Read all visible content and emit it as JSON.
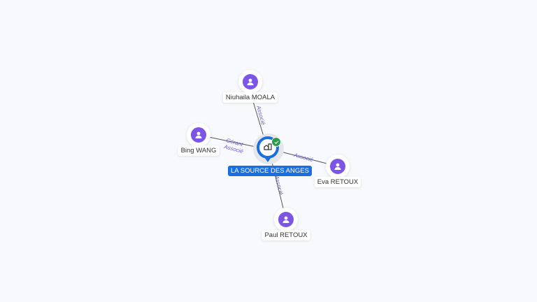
{
  "company": {
    "name": "LA SOURCE DES ANGES",
    "icon": "building-icon",
    "status": "verified",
    "color": "#1a6fe0"
  },
  "people": [
    {
      "name": "Niuhaila MOALA",
      "icon": "person-icon"
    },
    {
      "name": "Bing WANG",
      "icon": "person-icon"
    },
    {
      "name": "Eva RETOUX",
      "icon": "person-icon"
    },
    {
      "name": "Paul RETOUX",
      "icon": "person-icon"
    }
  ],
  "edges": [
    {
      "from": "Niuhaila MOALA",
      "labels": [
        "Associé"
      ]
    },
    {
      "from": "Bing WANG",
      "labels": [
        "Gérant",
        "Associé"
      ]
    },
    {
      "from": "Eva RETOUX",
      "labels": [
        "Associé"
      ]
    },
    {
      "from": "Paul RETOUX",
      "labels": [
        "Associé"
      ]
    }
  ],
  "colors": {
    "person_avatar": "#7d55e6",
    "edge_label": "#6a5fc8",
    "check": "#2b9a4e"
  }
}
